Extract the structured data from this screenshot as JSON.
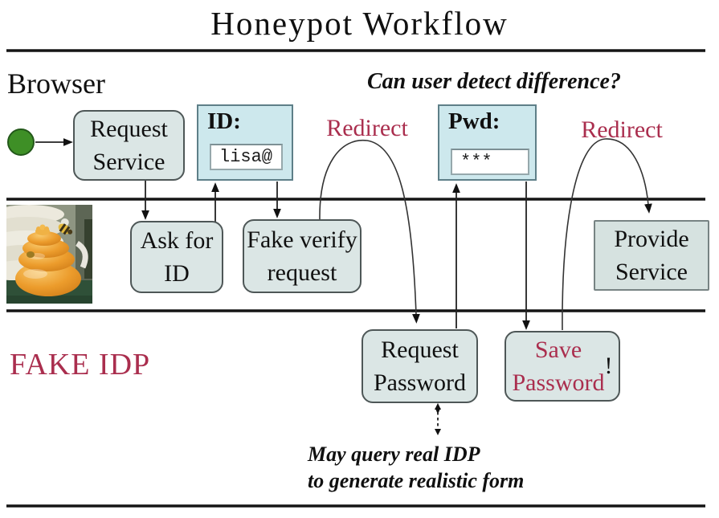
{
  "title": "Honeypot Workflow",
  "lanes": {
    "browser": {
      "label": "Browser"
    },
    "fake_idp": {
      "label": "FAKE IDP"
    }
  },
  "annotations": {
    "question": "Can user detect difference?",
    "redirect_left": "Redirect",
    "redirect_right": "Redirect",
    "note": "May query real IDP\nto generate realistic form"
  },
  "nodes": {
    "request_service": "Request\nService",
    "ask_for_id": "Ask for\nID",
    "fake_verify_request": "Fake verify\nrequest",
    "provide_service": "Provide\nService",
    "request_password": "Request\nPassword",
    "save_password": "Save\nPassword",
    "save_password_suffix": "!"
  },
  "forms": {
    "id": {
      "label": "ID:",
      "value": "lisa@"
    },
    "pwd": {
      "label": "Pwd:",
      "value": "***"
    }
  },
  "colors": {
    "accent_red": "#aa2e4e",
    "node_fill": "#dbe6e5",
    "form_fill": "#cde8ed",
    "start_green": "#3e8f26"
  }
}
